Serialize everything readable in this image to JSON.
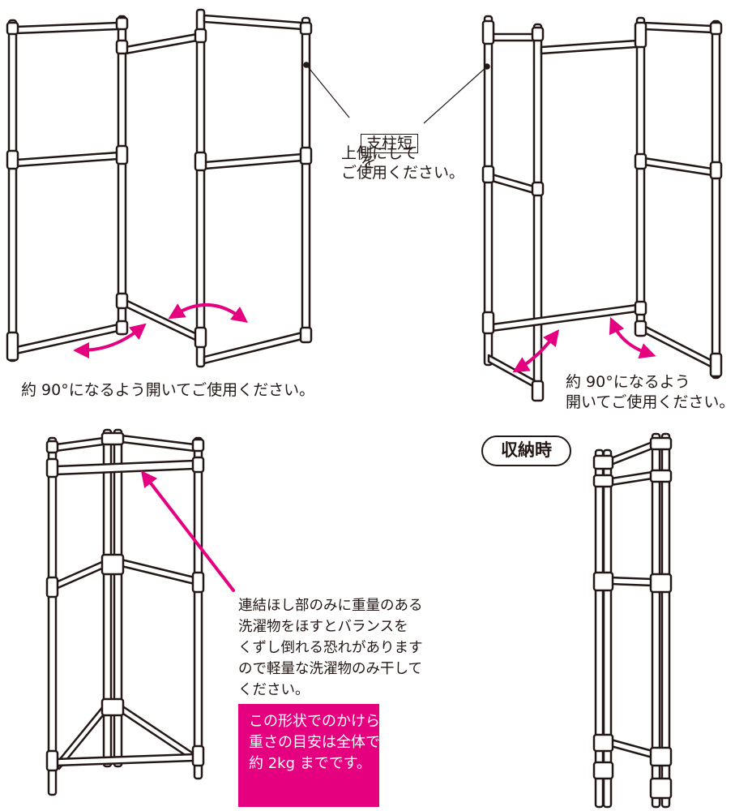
{
  "figure_1": {
    "caption": "約 90°になるよう開いてご使用ください。"
  },
  "figure_2": {
    "pole_label": "支柱短",
    "pole_label_suffix": "を",
    "pole_note_line2": "上側にして",
    "pole_note_line3": "ご使用ください。",
    "caption_line1": "約 90°になるよう",
    "caption_line2": "開いてご使用ください。"
  },
  "figure_3": {
    "warning_lines": [
      "連結ほし部のみに重量のある",
      "洗濯物をほすとバランスを",
      "くずし倒れる恐れがあります",
      "ので軽量な洗濯物のみ干して",
      "ください。"
    ],
    "notice_lines": [
      "この形状でのかけられる",
      "重さの目安は全体で",
      "約 2kg までです。"
    ]
  },
  "figure_4": {
    "storage_label": "収納時"
  },
  "colors": {
    "ink": "#231815",
    "accent": "#e4007f",
    "background": "#ffffff"
  }
}
